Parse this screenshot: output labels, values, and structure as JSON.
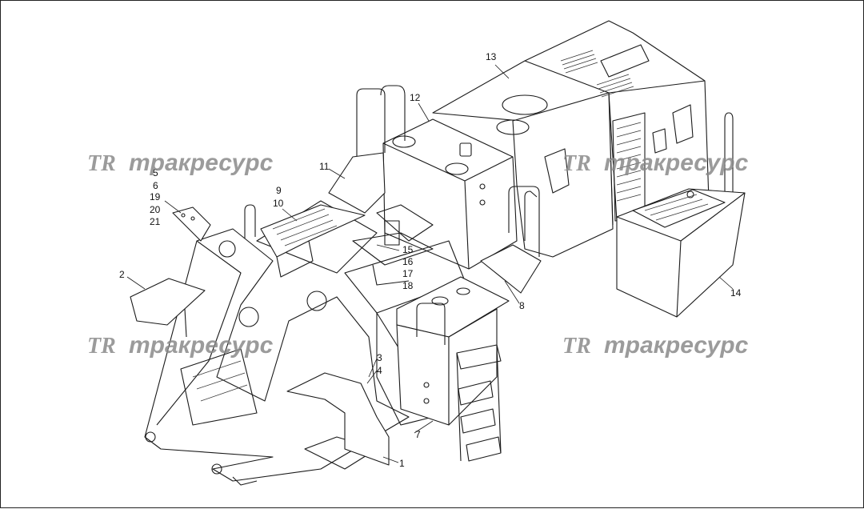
{
  "watermark": {
    "text": "тракресурс",
    "logo": "TR"
  },
  "callouts": [
    "1",
    "2",
    "3",
    "4",
    "5",
    "6",
    "7",
    "8",
    "9",
    "10",
    "11",
    "12",
    "13",
    "14",
    "15",
    "16",
    "17",
    "18",
    "19",
    "20",
    "21"
  ]
}
